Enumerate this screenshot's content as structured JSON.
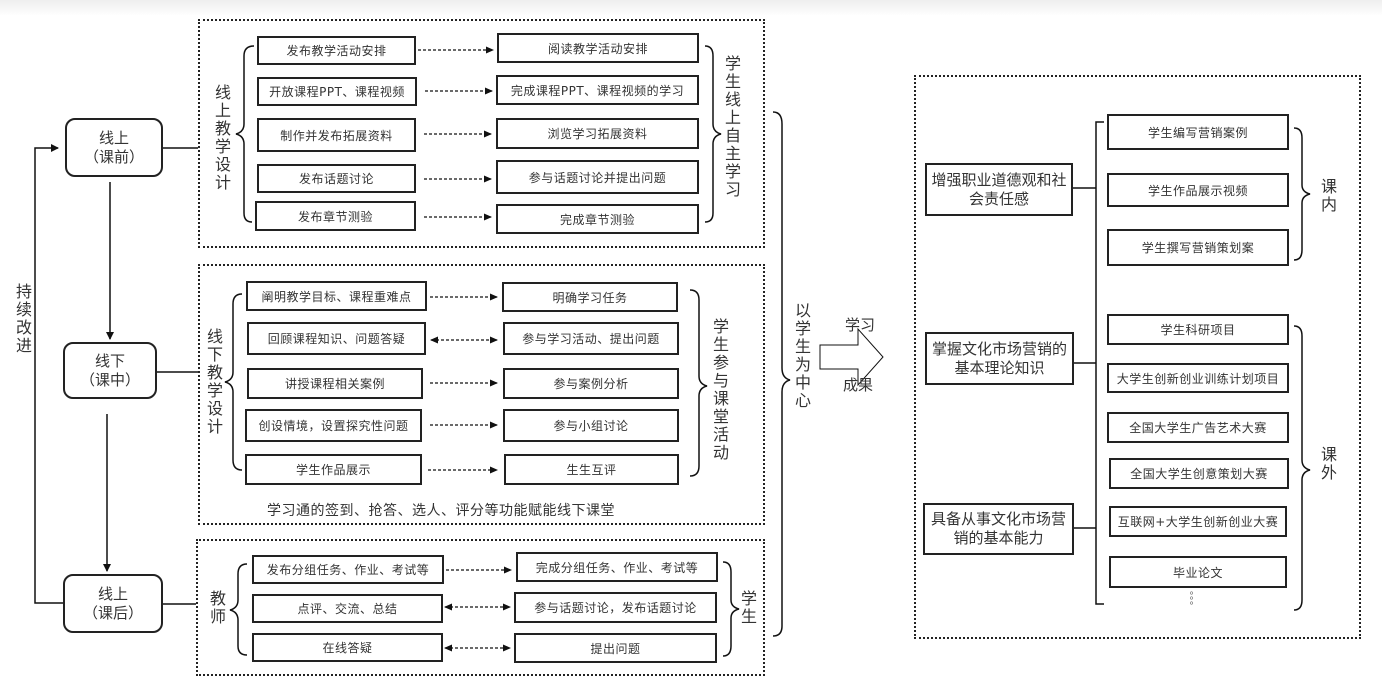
{
  "phases": {
    "pre_class": {
      "line1": "线上",
      "line2": "（课前）"
    },
    "in_class": {
      "line1": "线下",
      "line2": "（课中）"
    },
    "post_class": {
      "line1": "线上",
      "line2": "（课后）"
    }
  },
  "loop_label": "持续改进",
  "panel_pre": {
    "teacher_label": "线上教学设计",
    "student_label": "学生线上自主学习",
    "rows": [
      {
        "teacher": "发布教学活动安排",
        "student": "阅读教学活动安排",
        "direction": "one-way"
      },
      {
        "teacher": "开放课程PPT、课程视频",
        "student": "完成课程PPT、课程视频的学习",
        "direction": "one-way"
      },
      {
        "teacher": "制作并发布拓展资料",
        "student": "浏览学习拓展资料",
        "direction": "one-way"
      },
      {
        "teacher": "发布话题讨论",
        "student": "参与话题讨论并提出问题",
        "direction": "one-way"
      },
      {
        "teacher": "发布章节测验",
        "student": "完成章节测验",
        "direction": "one-way"
      }
    ]
  },
  "panel_in": {
    "teacher_label": "线下教学设计",
    "student_label": "学生参与课堂活动",
    "caption": "学习通的签到、抢答、选人、评分等功能赋能线下课堂",
    "rows": [
      {
        "teacher": "阐明教学目标、课程重难点",
        "student": "明确学习任务",
        "direction": "one-way"
      },
      {
        "teacher": "回顾课程知识、问题答疑",
        "student": "参与学习活动、提出问题",
        "direction": "two-way"
      },
      {
        "teacher": "讲授课程相关案例",
        "student": "参与案例分析",
        "direction": "one-way"
      },
      {
        "teacher": "创设情境，设置探究性问题",
        "student": "参与小组讨论",
        "direction": "one-way"
      },
      {
        "teacher": "学生作品展示",
        "student": "生生互评",
        "direction": "one-way"
      }
    ]
  },
  "panel_post": {
    "teacher_label": "教师",
    "student_label": "学生",
    "rows": [
      {
        "teacher": "发布分组任务、作业、考试等",
        "student": "完成分组任务、作业、考试等",
        "direction": "one-way"
      },
      {
        "teacher": "点评、交流、总结",
        "student": "参与话题讨论，发布话题讨论",
        "direction": "two-way"
      },
      {
        "teacher": "在线答疑",
        "student": "提出问题",
        "direction": "two-way"
      }
    ]
  },
  "center_label": "以学生为中心",
  "big_arrow": {
    "top": "学习",
    "bottom": "成果"
  },
  "outcomes": {
    "goals": [
      "增强职业道德观和社会责任感",
      "掌握文化市场营销的基本理论知识",
      "具备从事文化市场营销的基本能力"
    ],
    "in_class_label": "课内",
    "in_class_items": [
      "学生编写营销案例",
      "学生作品展示视频",
      "学生撰写营销策划案"
    ],
    "out_class_label": "课外",
    "out_class_items": [
      "学生科研项目",
      "大学生创新创业训练计划项目",
      "全国大学生广告艺术大赛",
      "全国大学生创意策划大赛",
      "互联网+大学生创新创业大赛",
      "毕业论文"
    ],
    "ellipsis": "。。。"
  }
}
